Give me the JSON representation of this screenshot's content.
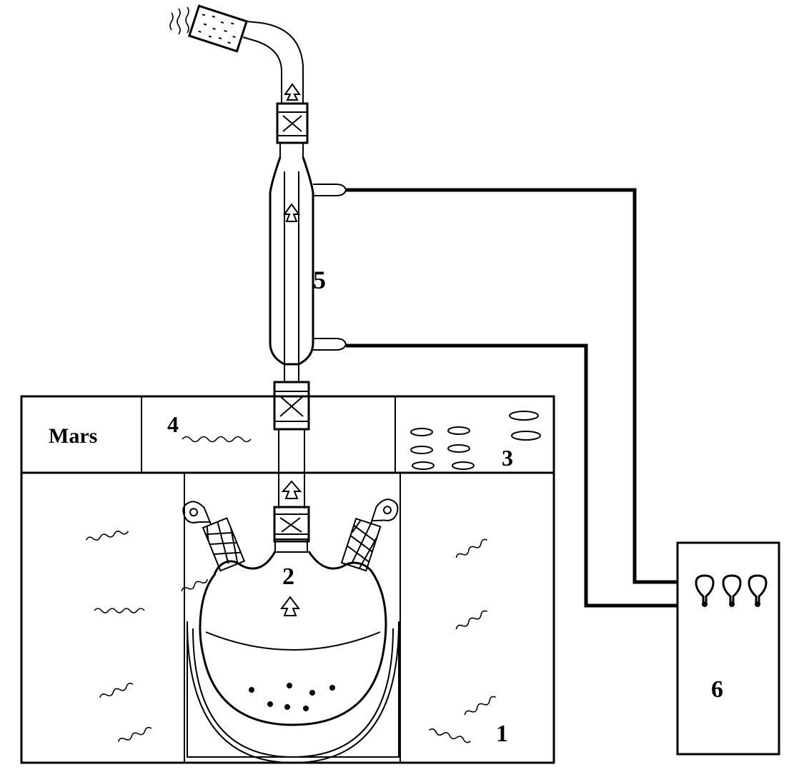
{
  "labels": {
    "apparatus_1": "1",
    "apparatus_2": "2",
    "apparatus_3": "3",
    "apparatus_4": "4",
    "apparatus_5": "5",
    "apparatus_6": "6",
    "panel_brand": "Mars"
  },
  "icons": {
    "flask_stirrer": "drop-icon",
    "controller_lamps": "bulb-icon",
    "panel_buttons": "button-icon"
  },
  "colors": {
    "stroke": "#000000",
    "background": "#ffffff"
  }
}
